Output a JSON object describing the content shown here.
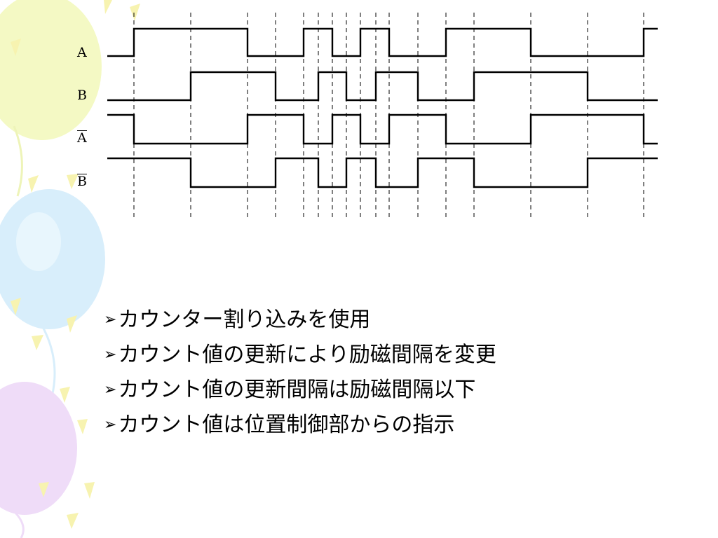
{
  "signals": [
    {
      "label": "A",
      "inverted": false
    },
    {
      "label": "B",
      "inverted": false
    },
    {
      "label": "A",
      "inverted": true
    },
    {
      "label": "B",
      "inverted": true
    }
  ],
  "bullet_marker": "➢",
  "bullets": [
    "カウンター割り込みを使用",
    "カウント値の更新により励磁間隔を変更",
    "カウント値の更新間隔は励磁間隔以下",
    "カウント値は位置制御部からの指示"
  ],
  "colors": {
    "balloon_yellow": "#f4f9c4",
    "balloon_blue": "#d8eefb",
    "balloon_purple": "#efdcf8",
    "confetti": "#f7f3b0"
  }
}
